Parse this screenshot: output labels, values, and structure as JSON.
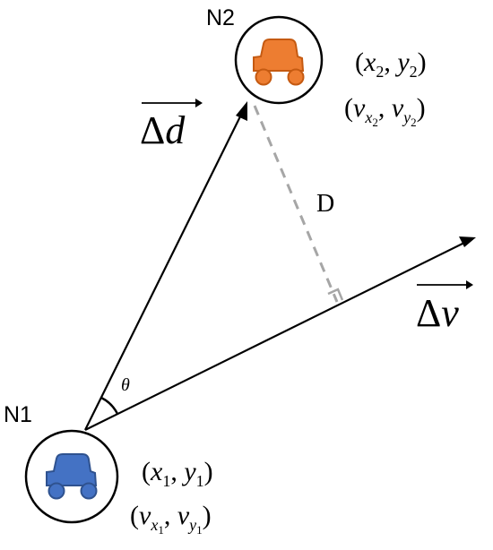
{
  "nodes": {
    "n1": {
      "label": "N1",
      "position_text": {
        "x": "x",
        "x_sub": "1",
        "y": "y",
        "y_sub": "1"
      },
      "velocity_text": {
        "v": "v",
        "x": "x",
        "x_sub": "1",
        "y": "y",
        "y_sub": "1"
      },
      "car_color": "#4472C4",
      "car_icon": "car-icon"
    },
    "n2": {
      "label": "N2",
      "position_text": {
        "x": "x",
        "x_sub": "2",
        "y": "y",
        "y_sub": "2"
      },
      "velocity_text": {
        "v": "v",
        "x": "x",
        "x_sub": "2",
        "y": "y",
        "y_sub": "2"
      },
      "car_color": "#ED7D31",
      "car_icon": "car-icon"
    }
  },
  "vectors": {
    "delta_d": {
      "delta": "Δ",
      "symbol": "d"
    },
    "delta_v": {
      "delta": "Δ",
      "symbol": "v"
    }
  },
  "angle_label": "θ",
  "distance_label": "D",
  "colors": {
    "line": "#000000",
    "dashed": "#A6A6A6"
  }
}
